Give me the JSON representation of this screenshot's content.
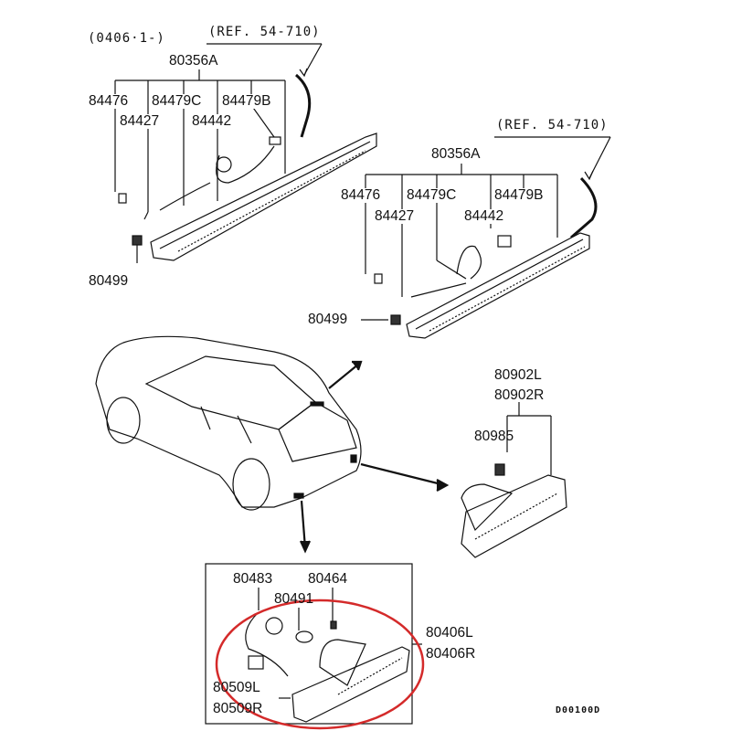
{
  "diagram": {
    "upper_left": {
      "date_range": "(0406·1-)",
      "reference": "(REF. 54-710)",
      "assembly": "80356A",
      "parts_row1": [
        "84476",
        "84479C",
        "84479B"
      ],
      "parts_row2": [
        "84427",
        "84442"
      ],
      "screw": "80499"
    },
    "upper_right": {
      "reference": "(REF. 54-710)",
      "assembly": "80356A",
      "parts_row1": [
        "84476",
        "84479C",
        "84479B"
      ],
      "parts_row2": [
        "84427",
        "84442"
      ],
      "screw": "80499"
    },
    "rear_reflector": {
      "part_left": "80902L",
      "part_right": "80902R",
      "screw": "80985"
    },
    "side_marker_box": {
      "socket": "80483",
      "screw": "80464",
      "bulb": "80491",
      "lamp_left": "80406L",
      "lamp_right": "80406R",
      "lens_left": "80509L",
      "lens_right": "80509R"
    },
    "diagram_code": "D00100D",
    "highlight_color": "#d42a2a"
  }
}
